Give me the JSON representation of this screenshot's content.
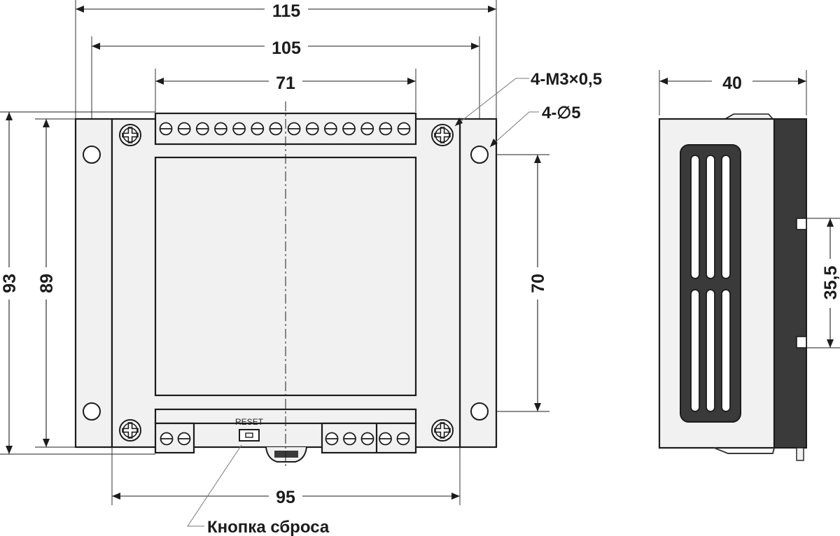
{
  "front_view": {
    "dims": {
      "overall_width": "115",
      "hole_spacing_width": "105",
      "terminal_width": "71",
      "base_width": "95",
      "overall_height": "93",
      "body_height": "89",
      "hole_spacing_height": "70"
    },
    "callouts": {
      "screws": "4-M3×0,5",
      "holes": "4-∅5",
      "reset_note": "Кнопка сброса"
    },
    "reset_label": "RESET",
    "top_terminal_count": 14,
    "bottom_left_terminal_count": 2,
    "bottom_right_terminal_count": 5
  },
  "side_view": {
    "dims": {
      "depth": "40",
      "din_rail": "35,5"
    }
  }
}
